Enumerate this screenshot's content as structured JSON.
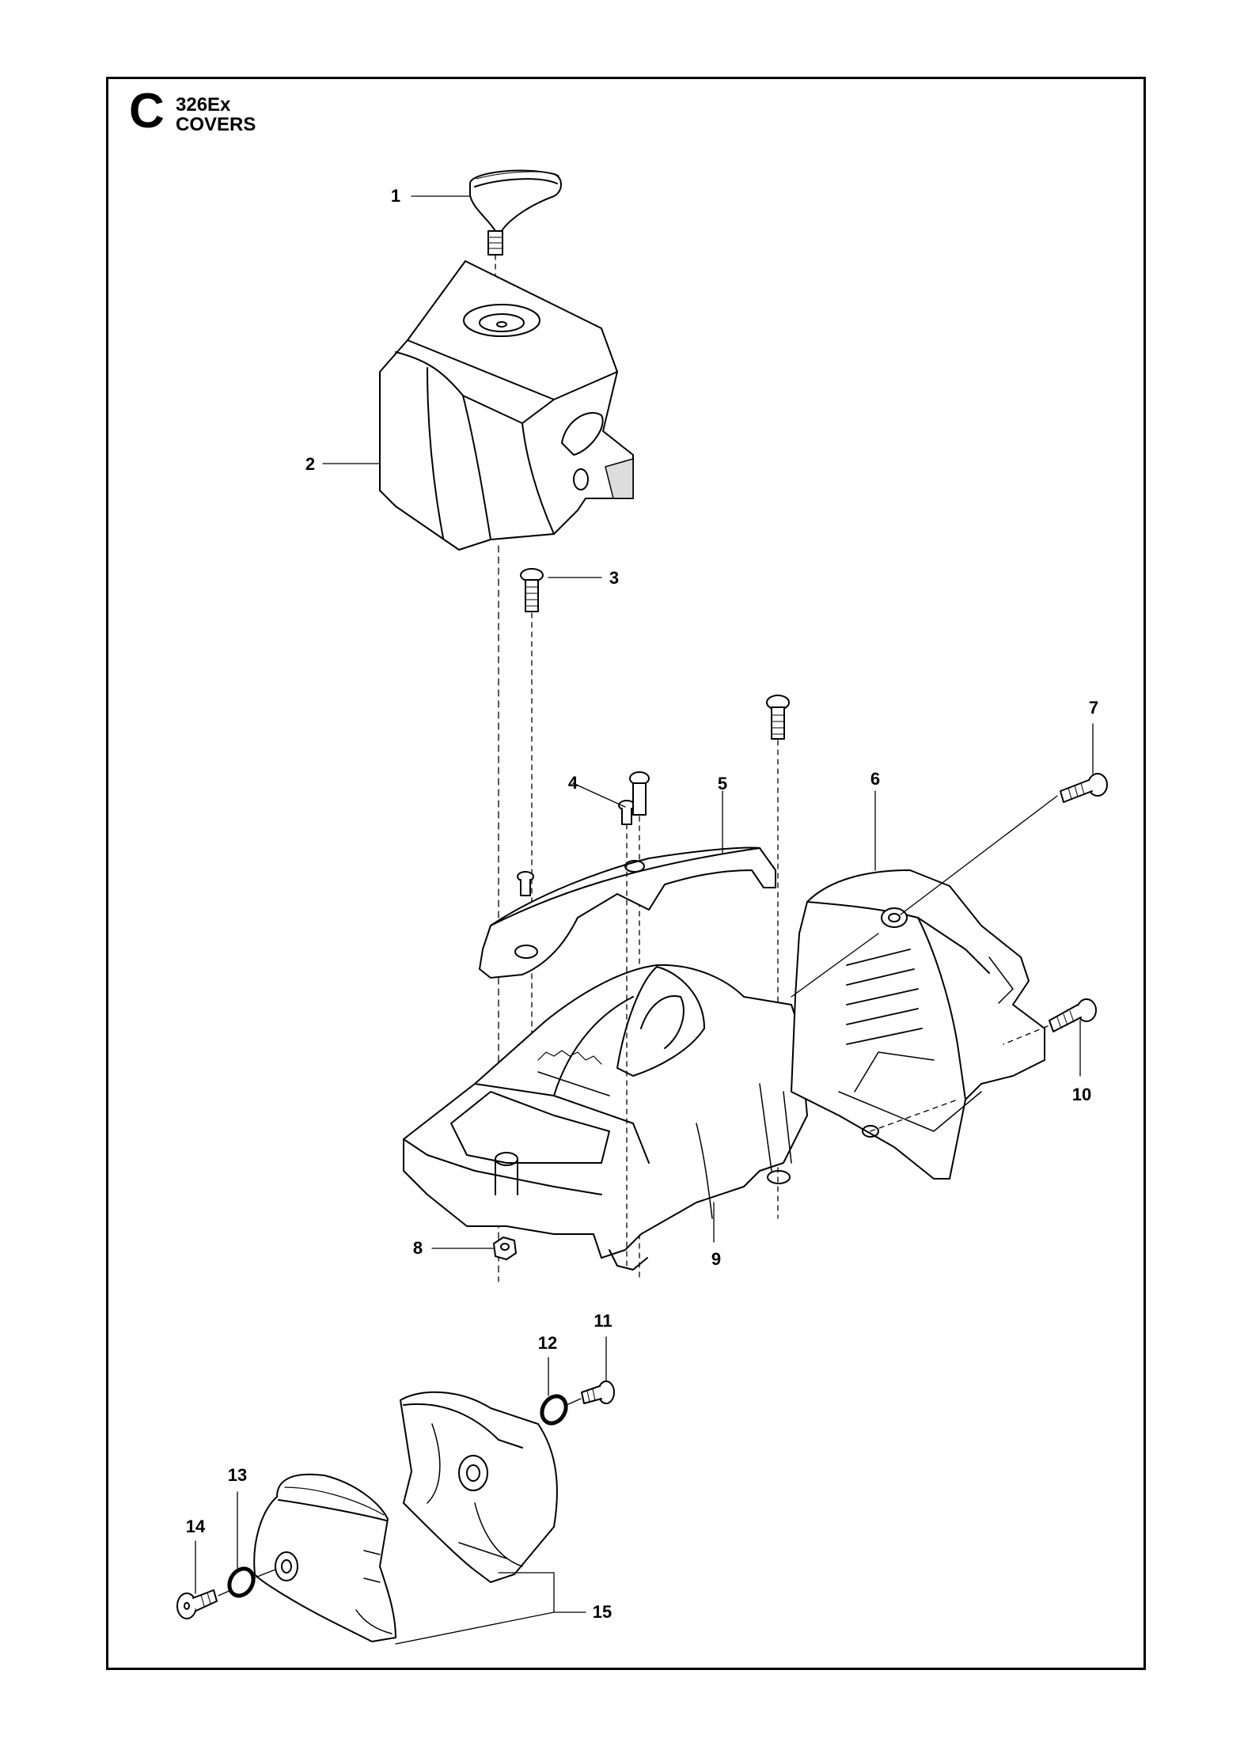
{
  "header": {
    "section_letter": "C",
    "model": "326Ex",
    "title": "COVERS"
  },
  "callouts": {
    "c1": "1",
    "c2": "2",
    "c3": "3",
    "c4": "4",
    "c5": "5",
    "c6": "6",
    "c7": "7",
    "c8": "8",
    "c9": "9",
    "c10": "10",
    "c11": "11",
    "c12": "12",
    "c13": "13",
    "c14": "14",
    "c15": "15"
  },
  "colors": {
    "line": "#000000",
    "background": "#ffffff",
    "shade": "#e6e6e6"
  }
}
